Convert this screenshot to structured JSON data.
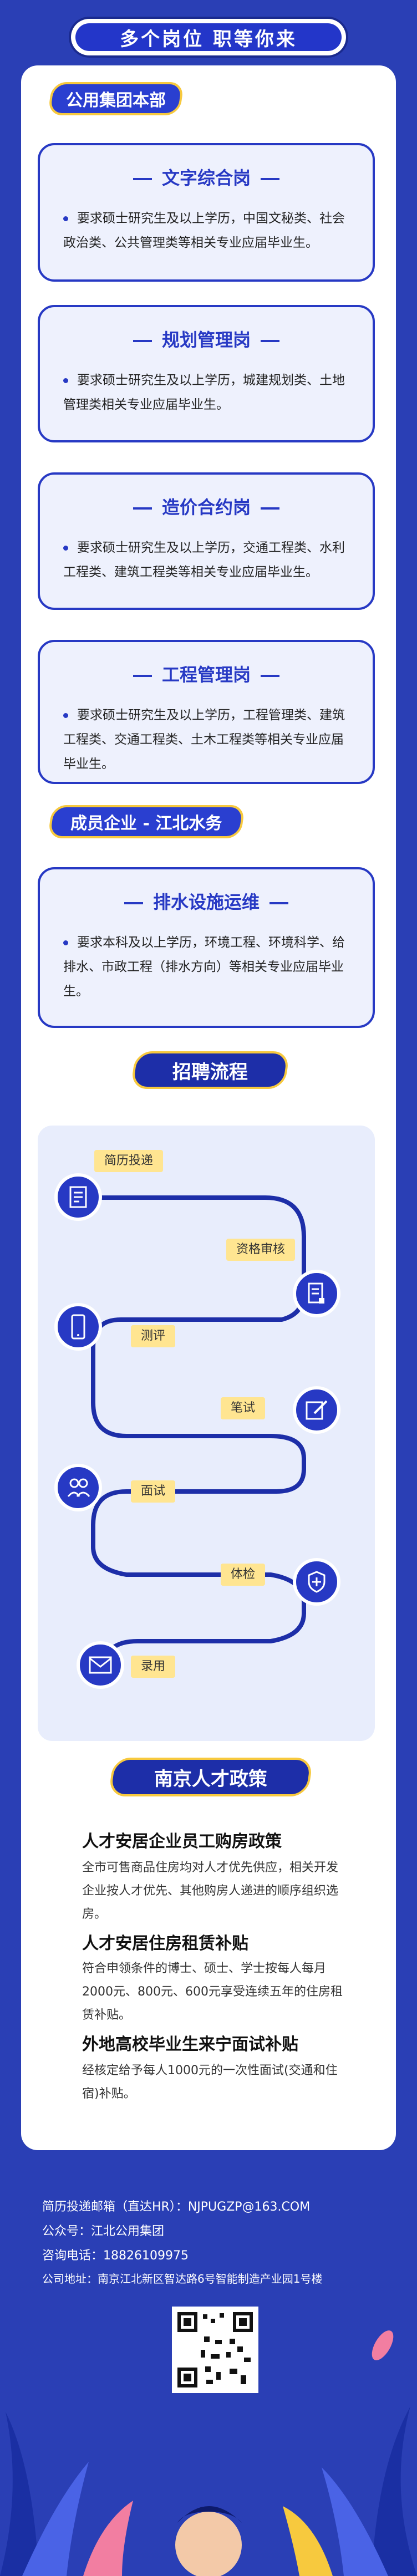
{
  "header": {
    "banner": "多个岗位 职等你来"
  },
  "hq": {
    "tag": "公用集团本部",
    "jobs": [
      {
        "title": "文字综合岗",
        "desc": "要求硕士研究生及以上学历，中国文秘类、社会政治类、公共管理类等相关专业应届毕业生。"
      },
      {
        "title": "规划管理岗",
        "desc": "要求硕士研究生及以上学历，城建规划类、土地管理类相关专业应届毕业生。"
      },
      {
        "title": "造价合约岗",
        "desc": "要求硕士研究生及以上学历，交通工程类、水利工程类、建筑工程类等相关专业应届毕业生。"
      },
      {
        "title": "工程管理岗",
        "desc": "要求硕士研究生及以上学历，工程管理类、建筑工程类、交通工程类、土木工程类等相关专业应届毕业生。"
      }
    ]
  },
  "member": {
    "tag": "成员企业 - 江北水务",
    "jobs": [
      {
        "title": "排水设施运维",
        "desc": "要求本科及以上学历，环境工程、环境科学、给排水、市政工程（排水方向）等相关专业应届毕业生。"
      }
    ]
  },
  "process": {
    "tag": "招聘流程",
    "steps": [
      "简历投递",
      "资格审核",
      "测评",
      "笔试",
      "面试",
      "体检",
      "录用"
    ]
  },
  "policy": {
    "tag": "南京人才政策",
    "items": [
      {
        "title": "人才安居企业员工购房政策",
        "text": "全市可售商品住房均对人才优先供应，相关开发企业按人才优先、其他购房人递进的顺序组织选房。"
      },
      {
        "title": "人才安居住房租赁补贴",
        "text": "符合申领条件的博士、硕士、学士按每人每月2000元、800元、600元享受连续五年的住房租赁补贴。"
      },
      {
        "title": "外地高校毕业生来宁面试补贴",
        "text": "经核定给予每人1000元的一次性面试(交通和住宿)补贴。"
      }
    ]
  },
  "footer": {
    "email": "简历投递邮箱（直达HR）：NJPUGZP@163.COM",
    "wechat": "公众号：江北公用集团",
    "phone": "咨询电话：18826109975",
    "address": "公司地址：南京江北新区智达路6号智能制造产业园1号楼"
  },
  "colors": {
    "primary": "#2a3fb5",
    "accent": "#f7c93e",
    "label": "#ffe591"
  }
}
